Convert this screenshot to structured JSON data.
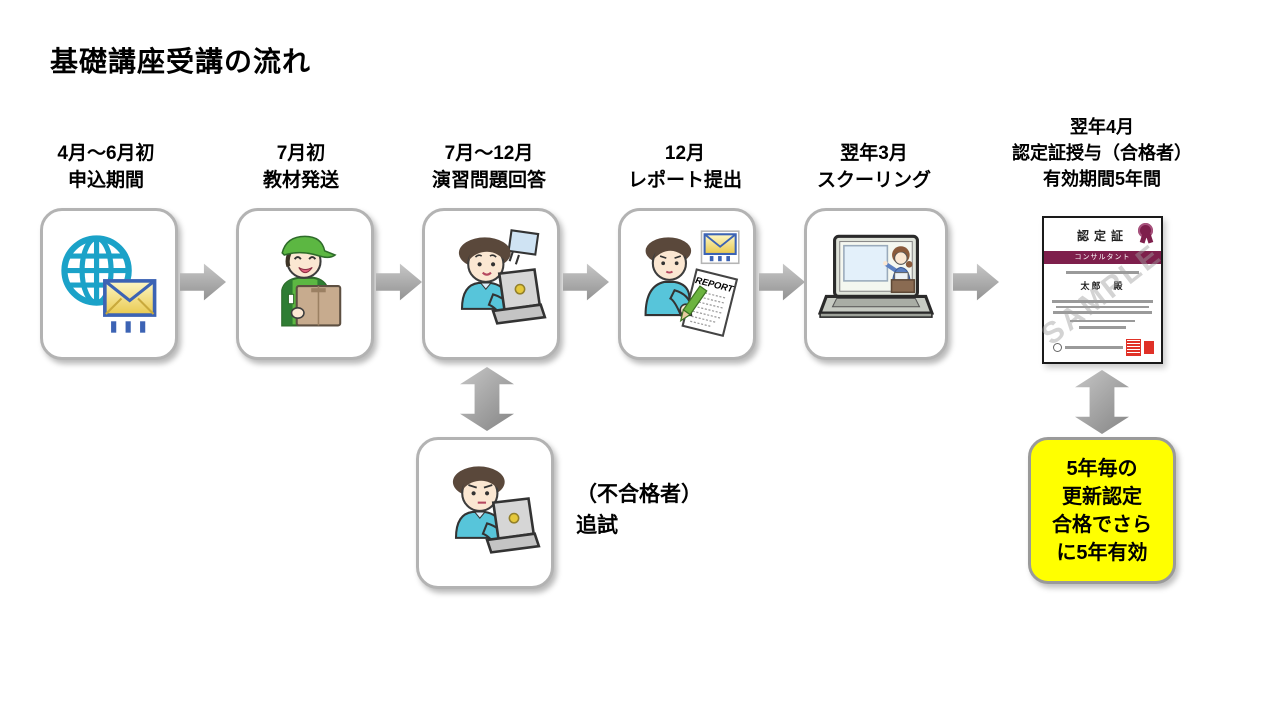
{
  "page": {
    "title": "基礎講座受講の流れ"
  },
  "steps": [
    {
      "period": "4月～6月初",
      "label": "申込期間",
      "icon": "globe-mail-icon"
    },
    {
      "period": "7月初",
      "label": "教材発送",
      "icon": "delivery-person-icon"
    },
    {
      "period": "7月～12月",
      "label": "演習問題回答",
      "icon": "person-laptop-icon"
    },
    {
      "period": "12月",
      "label": "レポート提出",
      "icon": "person-writing-report-icon"
    },
    {
      "period": "翌年3月",
      "label": "スクーリング",
      "icon": "laptop-online-class-icon"
    },
    {
      "period": "翌年4月",
      "label": "認定証授与（合格者）",
      "label2": "有効期間5年間",
      "icon": "certificate-icon"
    }
  ],
  "retest": {
    "line1": "（不合格者）",
    "line2": "追試"
  },
  "renewal_note": {
    "lines": [
      "5年毎の",
      "更新認定",
      "合格でさら",
      "に5年有効"
    ]
  },
  "certificate": {
    "title": "認定証",
    "banner": "コンサルタント",
    "name": "太郎　殿",
    "watermark": "SAMPLE"
  },
  "report_label": "REPORT",
  "colors": {
    "note_bg": "#ffff00",
    "arrow_gray": "#a0a0a0",
    "box_border": "#b3b3b3",
    "cert_maroon": "#7e1f4c",
    "globe_blue": "#1ba2c8",
    "envelope_border_blue": "#3c63b4",
    "envelope_yellow": "#f2e172",
    "shirt_teal": "#57c5da",
    "uniform_green": "#5cb742",
    "seal_red": "#e03127"
  }
}
